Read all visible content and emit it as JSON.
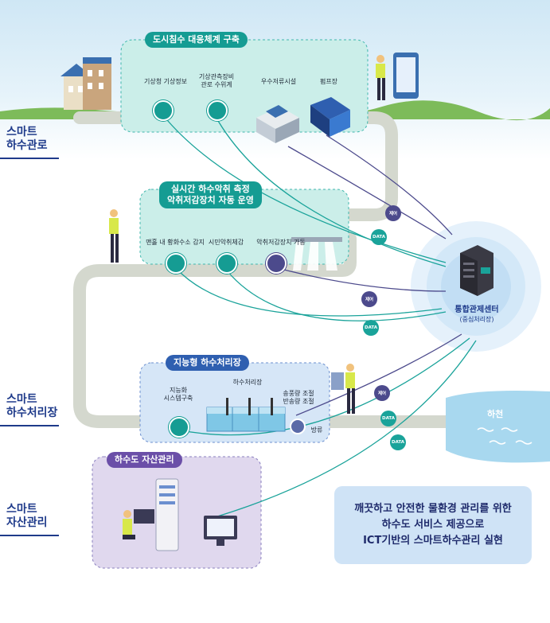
{
  "sections": {
    "sewer": "스마트\n하수관로",
    "plant": "스마트\n하수처리장",
    "asset": "스마트\n자산관리"
  },
  "panels": {
    "p1_title": "도시침수 대응체계 구축",
    "p2_title_1": "실시간 하수악취 측정",
    "p2_title_2": "악취저감장치 자동 운영",
    "p3_title": "지능형 하수처리장",
    "p4_title": "하수도 자산관리"
  },
  "labels": {
    "weather": "기상청 기상정보",
    "sewer_level_1": "기상관측장비",
    "sewer_level_2": "관로 수위계",
    "storage": "우수저류시설",
    "pump": "펌프장",
    "h2s": "맨홀 내 황화수소 감지",
    "odor_sense": "시민악취체감",
    "deodorizer": "악취저감장치 가동",
    "smart_sys_1": "지능화",
    "smart_sys_2": "시스템구축",
    "treatment": "하수처리장",
    "air_1": "송풍량 조절",
    "air_2": "반송량 조절",
    "discharge": "방류",
    "river": "하천"
  },
  "tags": {
    "data": "DATA",
    "control": "제어"
  },
  "center": {
    "title": "통합관제센터",
    "subtitle": "(중심처리장)"
  },
  "message": {
    "line1": "깨끗하고 안전한 물환경 관리를 위한",
    "line2": "하수도 서비스 제공으로",
    "line3": "ICT기반의 스마트하수관리 실현"
  },
  "colors": {
    "teal": "#159c93",
    "purple": "#4c4a8c",
    "navy": "#1e3a8a",
    "pipe": "#d4d8ce"
  }
}
